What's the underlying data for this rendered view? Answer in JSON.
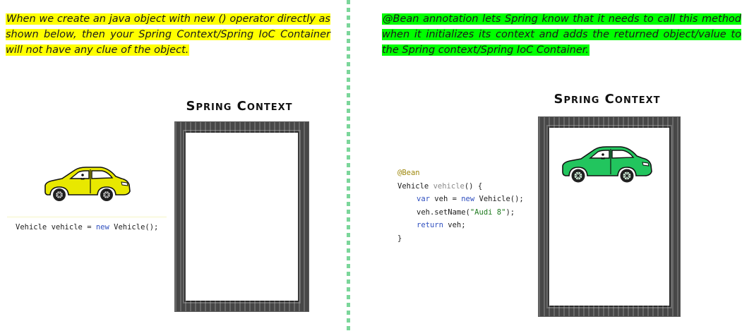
{
  "left_panel": {
    "note": "When we create an java object with new () operator directly as shown below, then your Spring Context/Spring IoC Container will not have any clue of the object.",
    "note_highlight_color": "#ffff00",
    "context_title": "Spring Context",
    "car_color": "#e8e800",
    "code": {
      "type": "Vehicle",
      "var": "vehicle",
      "op": "=",
      "kw_new": "new",
      "ctor": "Vehicle();"
    }
  },
  "right_panel": {
    "note": "@Bean annotation lets Spring know that it needs to call this method when it initializes its context and adds the returned object/value to the Spring context/Spring IoC Container.",
    "note_highlight_color": "#00ff00",
    "context_title": "Spring Context",
    "car_color": "#22c55e",
    "code": {
      "annotation": "@Bean",
      "sig_type": "Vehicle",
      "sig_method": "vehicle",
      "sig_rest": "() {",
      "l2_kw_var": "var",
      "l2_mid": "veh =",
      "l2_kw_new": "new",
      "l2_end": "Vehicle();",
      "l3_start": "veh.setName(",
      "l3_str": "\"Audi 8\"",
      "l3_end": ");",
      "l4_kw": "return",
      "l4_end": "veh;",
      "close": "}"
    }
  },
  "divider_color": "#7bd69a"
}
